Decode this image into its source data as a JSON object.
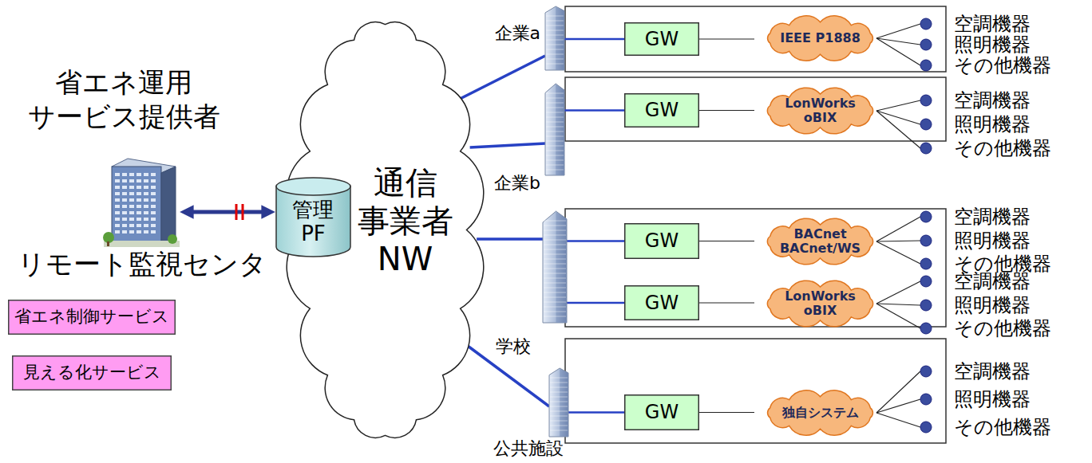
{
  "diagram": {
    "nodes": [
      {
        "text": [
          "省エネ運用 サービス提供者",
          "リモート監視センタ"
        ]
      },
      {
        "text": [
          "管理 PF"
        ]
      },
      {
        "text": [
          "通信 事業者 NW"
        ]
      },
      {
        "text": [
          "省エネ制御サービス"
        ]
      },
      {
        "text": [
          "見える化サービス"
        ]
      },
      {
        "text": [
          "企業a"
        ]
      },
      {
        "text": [
          "GW"
        ]
      },
      {
        "text": [
          "IEEE P1888"
        ]
      },
      {
        "text": [
          "企業b"
        ]
      },
      {
        "text": [
          "GW"
        ]
      },
      {
        "text": [
          "LonWorks oBIX"
        ]
      },
      {
        "text": [
          "学校"
        ]
      },
      {
        "text": [
          "GW"
        ]
      },
      {
        "text": [
          "BACnet BACnet/WS"
        ]
      },
      {
        "text": [
          "GW"
        ]
      },
      {
        "text": [
          "LonWorks oBIX"
        ]
      },
      {
        "text": [
          "公共施設"
        ]
      },
      {
        "text": [
          "GW"
        ]
      },
      {
        "text": [
          "独自システム"
        ]
      }
    ],
    "edges": [
      {
        "from": 0,
        "to": 1,
        "arrow": "both"
      },
      {
        "from": 2,
        "to": 5,
        "arrow": "none"
      },
      {
        "from": 2,
        "to": 8,
        "arrow": "none"
      },
      {
        "from": 2,
        "to": 11,
        "arrow": "none"
      },
      {
        "from": 2,
        "to": 16,
        "arrow": "none"
      },
      {
        "from": 5,
        "to": 6,
        "arrow": "none"
      },
      {
        "from": 8,
        "to": 9,
        "arrow": "none"
      },
      {
        "from": 11,
        "to": 12,
        "arrow": "none"
      },
      {
        "from": 11,
        "to": 14,
        "arrow": "none"
      },
      {
        "from": 16,
        "to": 17,
        "arrow": "none"
      },
      {
        "from": 6,
        "to": 7,
        "arrow": "none"
      },
      {
        "from": 9,
        "to": 10,
        "arrow": "none"
      },
      {
        "from": 12,
        "to": 13,
        "arrow": "none"
      },
      {
        "from": 14,
        "to": 15,
        "arrow": "none"
      },
      {
        "from": 17,
        "to": 18,
        "arrow": "none"
      }
    ],
    "labels": [
      "空調機器",
      "照明機器",
      "その他機器",
      "空調機器",
      "照明機器",
      "その他機器",
      "空調機器",
      "照明機器",
      "その他機器",
      "空調機器",
      "照明機器",
      "その他機器",
      "空調機器",
      "照明機器",
      "その他機器"
    ]
  }
}
